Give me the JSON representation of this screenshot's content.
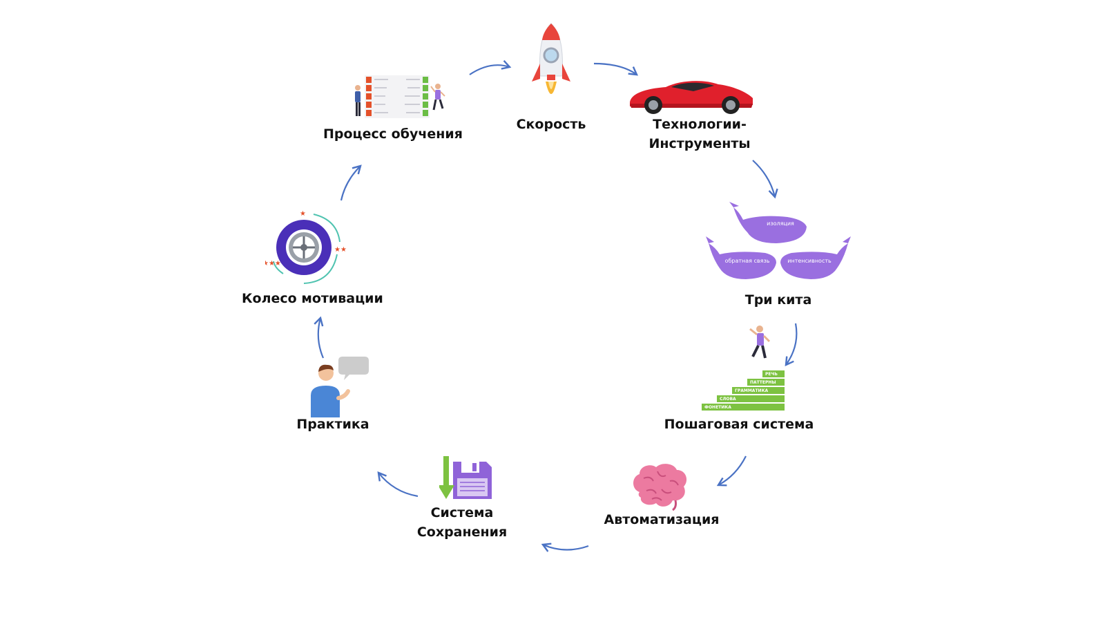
{
  "colors": {
    "arrow": "#4a72c4",
    "rocket": "#e8453c",
    "car": "#e0202c",
    "whale": "#9a6fe0",
    "stairs": "#7dc241",
    "wheel": "#4a2fb8",
    "brain": "#ec7aa0",
    "floppy": "#8f63d8",
    "bubble": "#cccccc"
  },
  "nodes": {
    "speed": {
      "label": "Скорость",
      "icon": "rocket-icon"
    },
    "tech": {
      "label_line1": "Технологии-",
      "label_line2": "Инструменты",
      "icon": "sports-car-icon"
    },
    "whales": {
      "label": "Три кита",
      "icon": "whales-icon",
      "whale_labels": [
        "изоляция",
        "обратная связь",
        "интенсивность"
      ]
    },
    "stepwise": {
      "label": "Пошаговая система",
      "icon": "stairs-icon",
      "steps": [
        "РЕЧЬ",
        "ПАТТЕРНЫ",
        "ГРАММАТИКА",
        "СЛОВА",
        "ФОНЕТИКА"
      ]
    },
    "automation": {
      "label": "Автоматизация",
      "icon": "brain-icon"
    },
    "saving": {
      "label_line1": "Система",
      "label_line2": "Сохранения",
      "icon": "floppy-disk-icon"
    },
    "practice": {
      "label": "Практика",
      "icon": "speaking-person-icon"
    },
    "motivation": {
      "label": "Колесо мотивации",
      "icon": "motivation-wheel-icon"
    },
    "learning": {
      "label": "Процесс обучения",
      "icon": "learning-table-icon"
    }
  }
}
